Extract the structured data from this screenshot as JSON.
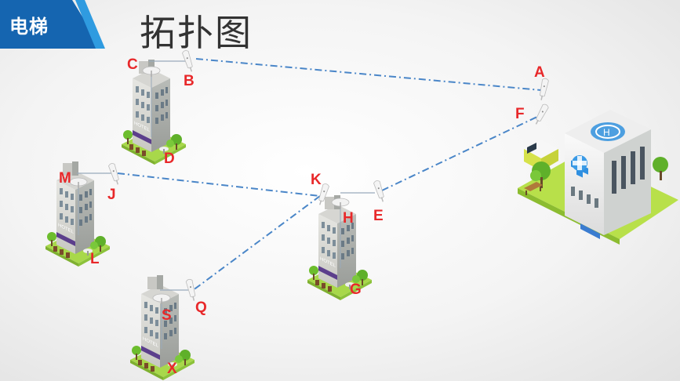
{
  "header": {
    "tag": "电梯",
    "title": "拓扑图"
  },
  "colors": {
    "link": "#4a86c8",
    "label": "#e8282a",
    "tag_bg": "#1565b0",
    "tag_accent": "#2f9be0"
  },
  "labels": {
    "A": "A",
    "B": "B",
    "C": "C",
    "D": "D",
    "E": "E",
    "F": "F",
    "G": "G",
    "H": "H",
    "J": "J",
    "K": "K",
    "L": "L",
    "M": "M",
    "Q": "Q",
    "S": "S",
    "X": "X"
  },
  "buildings": [
    {
      "id": "hotel-top-left",
      "sign": "HOTEL"
    },
    {
      "id": "hotel-left",
      "sign": "HOTEL"
    },
    {
      "id": "hotel-center",
      "sign": "HOTEL"
    },
    {
      "id": "hotel-bottom",
      "sign": "HOTEL"
    },
    {
      "id": "hospital",
      "sign": "H"
    }
  ],
  "links": [
    {
      "from": "B",
      "to": "A",
      "style": "dash-dot"
    },
    {
      "from": "E",
      "to": "F",
      "style": "dash-dot"
    },
    {
      "from": "J",
      "to": "K",
      "style": "dash-dot"
    },
    {
      "from": "K",
      "to": "Q",
      "style": "dash-dot"
    }
  ]
}
